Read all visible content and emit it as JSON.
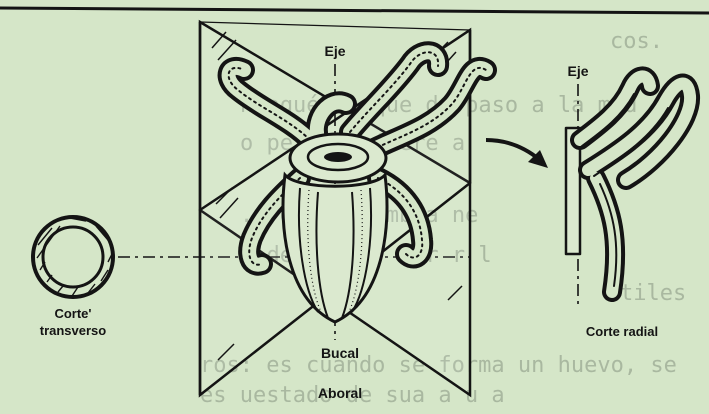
{
  "background_text": [
    "cos.",
    "n aquélla que da paso a la mad",
    "o perm       se    fiere a",
    ". Fe          n     n membra ne",
    "e de   roli  , a  r  r   l",
    "tiles",
    "ros: es cuando se forma un huevo, se",
    "es uestado de             sua a u a"
  ],
  "diagram": {
    "label_axis_main": "Eje",
    "label_bucal": "Bucal",
    "label_aboral": "Aboral",
    "label_transverse_line1": "Corte'",
    "label_transverse_line2": "transverso",
    "label_axis_radial": "Eje",
    "label_radial": "Corte radial"
  },
  "colors": {
    "paper": "#d5e6c8",
    "ink": "#141414",
    "faded_text": "#a9b8a0"
  }
}
